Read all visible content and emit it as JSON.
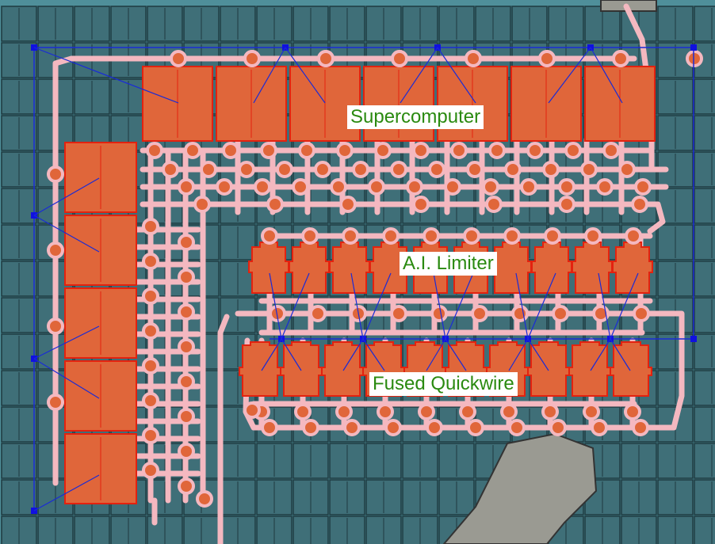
{
  "labels": {
    "supercomputer": "Supercomputer",
    "ai_limiter": "A.I. Limiter",
    "fused_quickwire": "Fused Quickwire"
  },
  "colors": {
    "ground": "#4f8f9a",
    "foundation_fill": "#3f6f78",
    "foundation_stroke": "#1f3a40",
    "building_fill": "#e0663a",
    "building_stroke": "#e3220f",
    "belt": "#f4b8c0",
    "power_line": "#1a2bd6",
    "power_pole": "#1010e0",
    "label_text": "#2a8a10",
    "rock": "#9a9a92"
  }
}
